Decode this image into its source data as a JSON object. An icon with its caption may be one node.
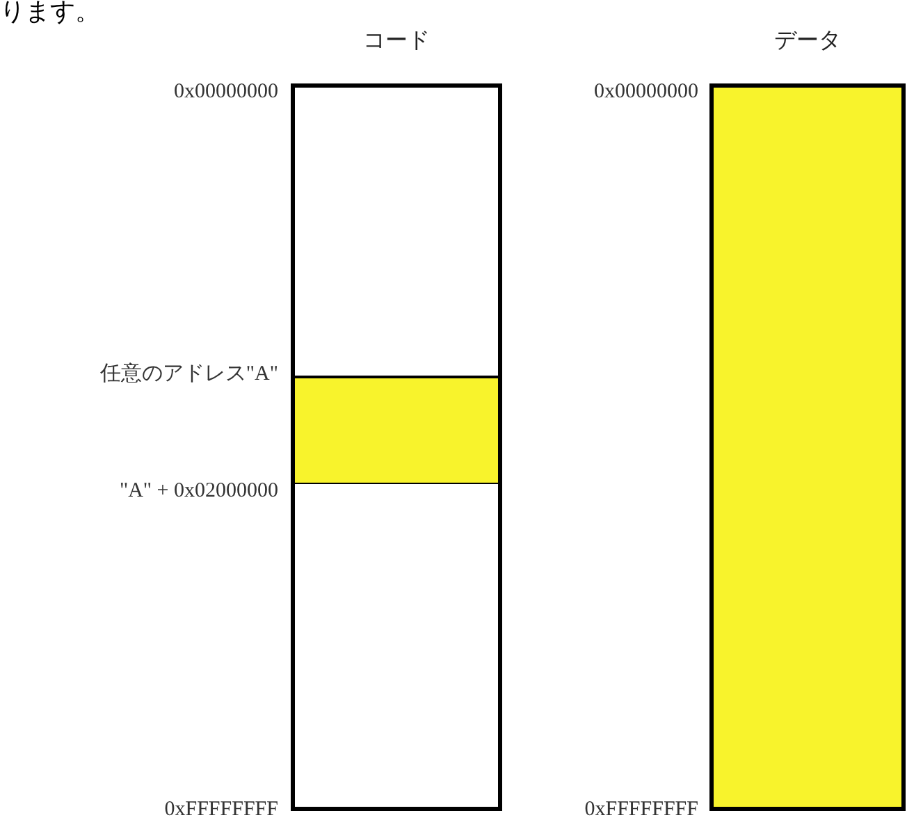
{
  "diagram": {
    "nodes": [
      {
        "text": [
          "コード"
        ]
      },
      {
        "text": [],
        "shape": "box",
        "in": 0
      },
      {
        "text": [
          "データ"
        ]
      }
    ],
    "edges": [],
    "labels": [
      "ります。",
      "0x00000000",
      "0x00000000",
      "任意のアドレス\"A\"",
      "\"A\" + 0x02000000",
      "0xFFFFFFFF",
      "0xFFFFFFFF"
    ]
  }
}
